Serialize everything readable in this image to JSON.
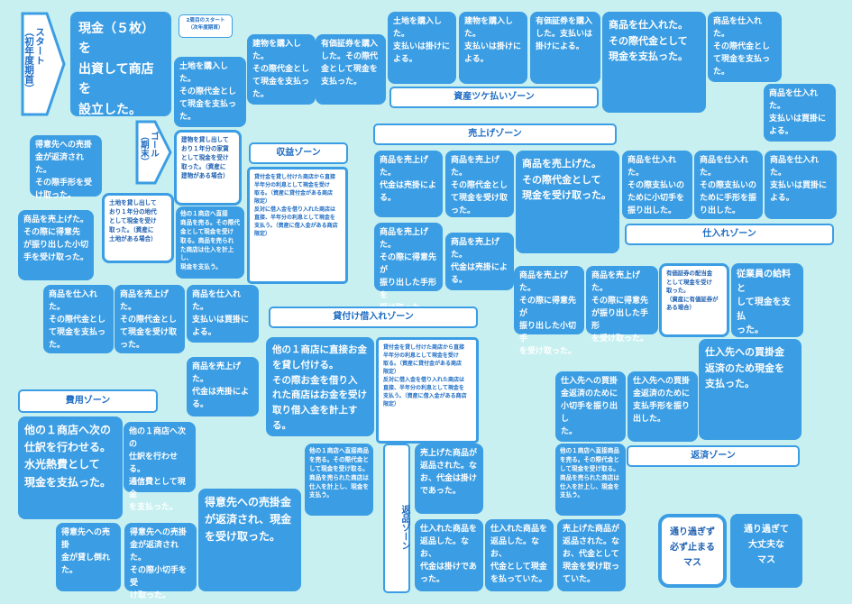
{
  "start": {
    "label": "スタート\n（初年度期首）"
  },
  "goal": {
    "label": "ゴール\n（期末）"
  },
  "second_start_note": "2周目のスタート\n（次年度期首）",
  "zones": {
    "shisan_tsuke": "資産ツケ払いゾーン",
    "uriage": "売上げゾーン",
    "shueki": "収益ゾーン",
    "shiire": "仕入れゾーン",
    "kashitsuke": "貸付け借入れゾーン",
    "hiyou": "費用ゾーン",
    "hensai": "返済ゾーン",
    "henpin": "返品ゾーン"
  },
  "squares": {
    "s_a1": "現金（５枚）を\n出資して商店を\n設立した。",
    "s_a2": "土地を購入した。\nその際代金とし\nて現金を支払っ\nた。",
    "s_a3": "建物を購入した。\nその際代金とし\nて現金を支払っ\nた。",
    "s_a4": "有価証券を購入\nした。その際代\n金として現金を\n支払った。",
    "s_a5": "土地を購入した。\n支払いは掛けに\nよる。",
    "s_a6": "建物を購入した。\n支払いは掛けに\nよる。",
    "s_a7": "有価証券を購入\nした。支払いは\n掛けによる。",
    "s_a8": "商品を仕入れた。\nその際代金として\n現金を支払った。",
    "s_a9": "商品を仕入れた。\nその際代金とし\nて現金を支払っ\nた。",
    "s_a10": "商品を仕入れた。\n支払いは買掛に\nよる。",
    "s_b1": "建物を貸し出して\nおり１年分の家賃\nとして現金を受け\n取った。（資産に\n建物がある場合）",
    "s_b2": "得意先への売掛\n金が返済された。\nその際手形を受\nけ取った。",
    "s_b3": "土地を貸し出して\nおり１年分の地代\nとして現金を受け\n取った。（資産に\n土地がある場合）",
    "s_b4": "商品を売上げた。\nその際に得意先\nが振り出した小切\n手を受け取った。",
    "s_b5": "他の１商店へ直接\n商品を売る。その際代\n金として現金を受け\n取る。商品を売られ\nた商店は仕入を計上し、\n現金を支払う。",
    "s_c1": "商品を売上げた。\n代金は売掛によ\nる。",
    "s_c2": "商品を売上げた。\nその際代金とし\nて現金を受け取\nった。",
    "s_c3": "商品を売上げた。\nその際代金として\n現金を受け取った。",
    "s_c4": "商品を売上げた。\nその際に得意先が\n振り出した手形を\n受け取った。",
    "s_c5": "商品を売上げた。\n代金は売掛によ\nる。",
    "s_d1": "商品を仕入れた。\nその際支払いの\nために小切手を\n振り出した。",
    "s_d2": "商品を仕入れた。\nその際支払いの\nために手形を振\nり出した。",
    "s_d3": "商品を仕入れた。\n支払いは買掛に\nよる。",
    "s_d4": "商品を売上げた。\nその際に得意先が\n振り出した小切手\nを受け取った。",
    "s_d5": "商品を売上げた。\nその際に得意先\nが振り出した手形\nを受け取った。",
    "s_d6": "有価証券の配当金\nとして現金を受け\n取った。\n（資産に有価証券が\nある場合）",
    "s_d7": "従業員の給料と\nして現金を支払\nった。",
    "s_e1": "商品を仕入れた。\nその際代金とし\nて現金を支払っ\nた。",
    "s_e2": "商品を売上げた。\nその際代金とし\nて現金を受け取\nった。",
    "s_e3": "商品を仕入れた。\n支払いは買掛に\nよる。",
    "s_e4": "商品を売上げた。\n代金は売掛によ\nる。",
    "s_f1": "他の１商店に直接お金\nを貸し付ける。\nその際お金を借り入\nれた商店はお金を受け\n取り借入金を計上する。",
    "s_g1": "仕入先への買掛\n金返済のために\n小切手を振り出し\nた。",
    "s_g2": "仕入先への買掛\n金返済のために\n支払手形を振り\n出した。",
    "s_g3": "仕入先への買掛金\n返済のため現金を\n支払った。",
    "s_g4": "他の１商店へ直接商品\nを売る。その際代金と\nして現金を受け取る。\n商品を売られた商店は\n仕入を計上し、現金を\n支払う。",
    "s_h1": "他の１商店へ次の\n仕訳を行わせる。\n水光熱費として\n現金を支払った。",
    "s_h2": "他の１商店へ次の\n仕訳を行わせる。\n通信費として現金\nを支払った。",
    "s_h3": "得意先への売掛\n金が貸し倒れた。",
    "s_h4": "得意先への売掛\n金が返済された。\nその際小切手を受\nけ取った。",
    "s_h5": "得意先への売掛金\nが返済され、現金\nを受け取った。",
    "s_i1": "他の１商店へ直接商品\nを売る。その際代金と\nして現金を受け取る。\n商品を売られた商店は\n仕入を計上し、現金を\n支払う。",
    "s_i2": "売上げた商品が\n返品された。な\nお、代金は掛け\nであった。",
    "s_i3": "仕入れた商品を\n返品した。なお、\n代金は掛けであ\nった。",
    "s_i4": "仕入れた商品を\n返品した。なお、\n代金として現金\nを払っていた。",
    "s_i5": "売上げた商品が\n返品された。な\nお、代金として\n現金を受け取っ\nていた。"
  },
  "notes": {
    "shueki_note": "貸付金を貸し付けた商店から直接\n半年分の利息として現金を受け\n取る。（資産に貸付金がある商店\n限定）\n反対に借入金を借り入れた商店は\n直接、半年分の利息として現金を\n支払う。（資産に借入金がある商店\n限定）",
    "kashi_note": "貸付金を貸し付けた商店から直接\n半年分の利息として現金を受け\n取る。（資産に貸付金がある商店\n限定）\n反対に借入金を借り入れた商店は\n直接、半年分の利息として現金を\n支払う。（資産に借入金がある商店\n限定）"
  },
  "rules": {
    "must_stop": "通り過ぎず\n必ず止まる\nマス",
    "pass_ok": "通り過ぎて\n大丈夫な\nマス"
  },
  "colors": {
    "square": "#3b9de3",
    "background": "#c9f0f0",
    "zone_text": "#1d6cc4"
  }
}
